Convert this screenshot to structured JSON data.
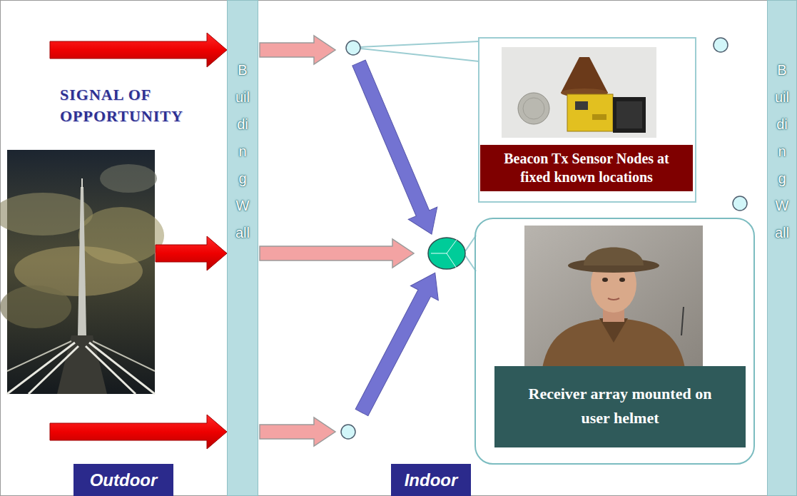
{
  "diagram": {
    "nodes": [
      {
        "text": [
          "Building Wall"
        ]
      },
      {
        "text": [
          "Beacon Tx Sensor Nodes at fixed known locations"
        ]
      },
      {
        "text": [
          "Building Wall"
        ]
      },
      {
        "text": [
          "Receiver array mounted on user helmet"
        ]
      },
      {
        "text": [
          "Outdoor"
        ]
      },
      {
        "text": [
          "Indoor"
        ]
      }
    ],
    "labels": [
      "SIGNAL OF OPPORTUNITY"
    ]
  }
}
